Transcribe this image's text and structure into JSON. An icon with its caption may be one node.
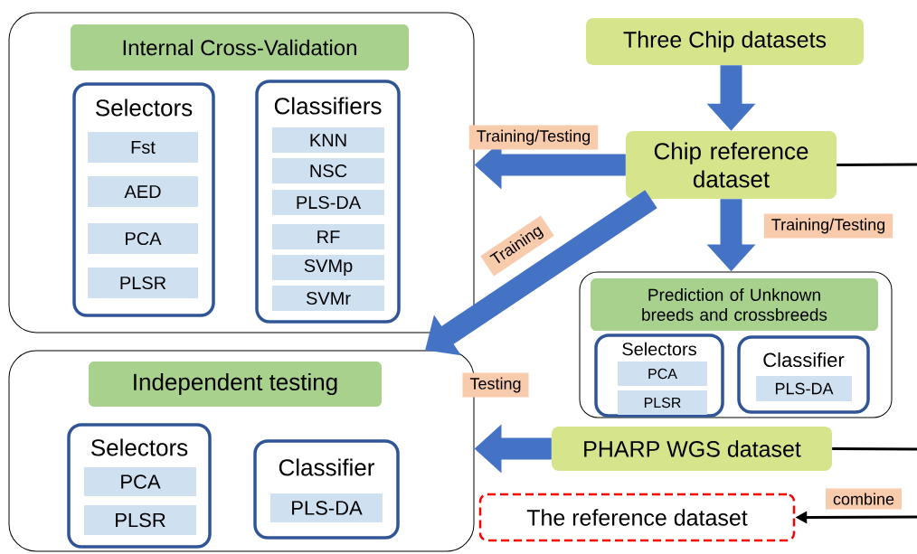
{
  "diagram": {
    "nodes": [
      {
        "text": [
          "Internal Cross-Validation"
        ]
      },
      {
        "text": [
          "Selectors"
        ],
        "in": 0
      },
      {
        "text": [
          "Fst"
        ],
        "in": 1
      },
      {
        "text": [
          "AED"
        ],
        "in": 1
      },
      {
        "text": [
          "PCA"
        ],
        "in": 1
      },
      {
        "text": [
          "PLSR"
        ],
        "in": 1
      },
      {
        "text": [
          "Classifiers"
        ],
        "in": 0
      },
      {
        "text": [
          "KNN"
        ],
        "in": 6
      },
      {
        "text": [
          "NSC"
        ],
        "in": 6
      },
      {
        "text": [
          "PLS-DA"
        ],
        "in": 6
      },
      {
        "text": [
          "RF"
        ],
        "in": 6
      },
      {
        "text": [
          "SVMp"
        ],
        "in": 6
      },
      {
        "text": [
          "SVMr"
        ],
        "in": 6
      },
      {
        "text": [
          "Independent testing"
        ]
      },
      {
        "text": [
          "Selectors"
        ],
        "in": 13
      },
      {
        "text": [
          "PCA"
        ],
        "in": 14
      },
      {
        "text": [
          "PLSR"
        ],
        "in": 14
      },
      {
        "text": [
          "Classifier"
        ],
        "in": 13
      },
      {
        "text": [
          "PLS-DA"
        ],
        "in": 17
      },
      {
        "text": [
          "Three Chip datasets"
        ]
      },
      {
        "text": [
          "Chip reference dataset"
        ]
      },
      {
        "text": [
          "Prediction of Unknown breeds and crossbreeds"
        ]
      },
      {
        "text": [
          "Selectors"
        ],
        "in": 21
      },
      {
        "text": [
          "PCA"
        ],
        "in": 22
      },
      {
        "text": [
          "PLSR"
        ],
        "in": 22
      },
      {
        "text": [
          "Classifier"
        ],
        "in": 21
      },
      {
        "text": [
          "PLS-DA"
        ],
        "in": 25
      },
      {
        "text": [
          "PHARP WGS dataset"
        ]
      },
      {
        "text": [
          "The reference dataset"
        ]
      }
    ],
    "edges": [
      {
        "from": 19,
        "to": 20,
        "arrow": "to"
      },
      {
        "from": 20,
        "to": 0,
        "arrow": "to",
        "label": "Training/Testing"
      },
      {
        "from": 20,
        "to": 21,
        "arrow": "to",
        "label": "Training/Testing"
      },
      {
        "from": 20,
        "to": 13,
        "arrow": "to",
        "label": "Training"
      },
      {
        "from": 27,
        "to": 13,
        "arrow": "to",
        "label": "Testing"
      },
      {
        "from": 20,
        "to": null,
        "arrow": "none",
        "color": "#000000"
      },
      {
        "from": 27,
        "to": null,
        "arrow": "none",
        "color": "#000000"
      },
      {
        "from": null,
        "to": 28,
        "arrow": "to",
        "label": "combine",
        "color": "#000000"
      }
    ]
  }
}
